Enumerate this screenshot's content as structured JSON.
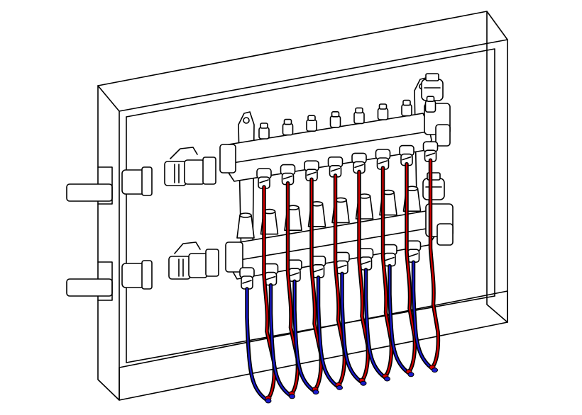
{
  "diagram": {
    "subject": "underfloor-heating-manifold",
    "loop_count": 8,
    "colors": {
      "line": "#000000",
      "background": "#ffffff",
      "flow_pipe": "#d40000",
      "return_pipe": "#1a1acc"
    },
    "components": [
      {
        "id": "cabinet",
        "icon": "cabinet-box"
      },
      {
        "id": "supply-pipe-top",
        "icon": "pipe-stub"
      },
      {
        "id": "supply-pipe-bottom",
        "icon": "pipe-stub"
      },
      {
        "id": "ball-valve-top",
        "icon": "ball-valve"
      },
      {
        "id": "ball-valve-bottom",
        "icon": "ball-valve"
      },
      {
        "id": "flow-manifold-bar",
        "icon": "manifold-bar"
      },
      {
        "id": "return-manifold-bar",
        "icon": "manifold-bar"
      },
      {
        "id": "air-vent-top",
        "icon": "air-vent"
      },
      {
        "id": "air-vent-bottom",
        "icon": "air-vent"
      },
      {
        "id": "flow-meters",
        "icon": "flow-meter"
      },
      {
        "id": "actuator-caps",
        "icon": "actuator-cap"
      },
      {
        "id": "loop-pipes",
        "icon": "pex-pipe"
      }
    ]
  }
}
